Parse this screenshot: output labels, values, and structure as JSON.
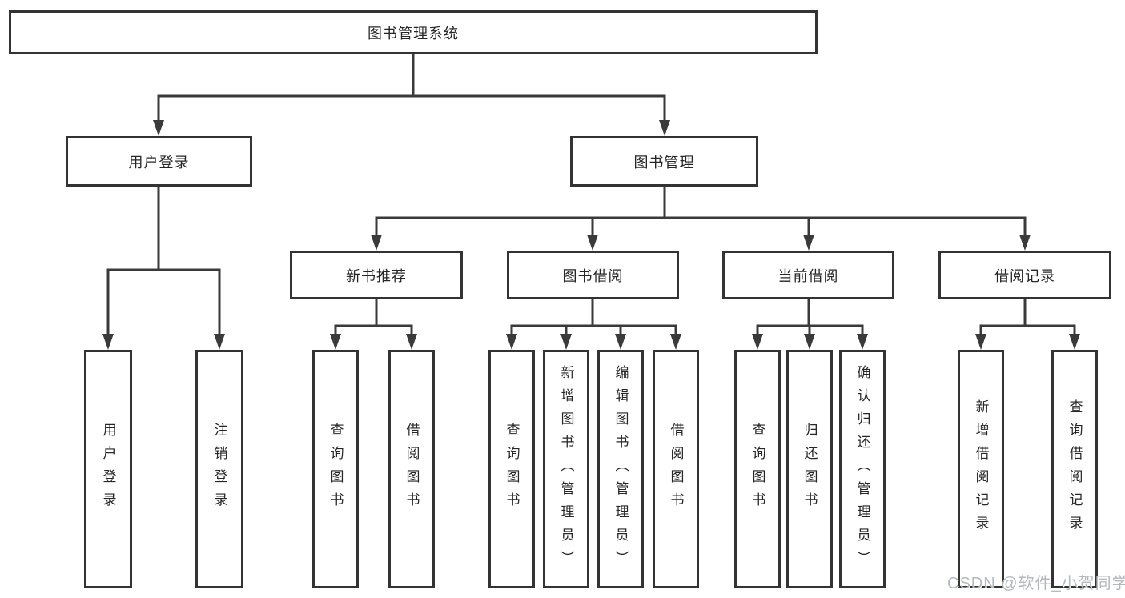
{
  "diagram": {
    "root": "图书管理系统",
    "branches": {
      "user_login": "用户登录",
      "book_mgmt": "图书管理"
    },
    "modules": {
      "new_book_rec": "新书推荐",
      "book_borrow": "图书借阅",
      "current_borrow": "当前借阅",
      "borrow_records": "借阅记录"
    },
    "leaves": {
      "user_login_leaf": "用户登录",
      "logout_leaf": "注销登录",
      "nbr_query_books": "查询图书",
      "nbr_borrow_books": "借阅图书",
      "bb_query_books": "查询图书",
      "bb_add_books": "新增图书（管理员）",
      "bb_edit_books": "编辑图书（管理员）",
      "bb_borrow_books": "借阅图书",
      "cb_query_books": "查询图书",
      "cb_return_books": "归还图书",
      "cb_confirm_return": "确认归还（管理员）",
      "br_add_record": "新增借阅记录",
      "br_query_record": "查询借阅记录"
    }
  },
  "watermark": "CSDN @软件_小贺同学",
  "colors": {
    "line": "#3a3a3a",
    "box_border": "#333333",
    "text": "#262626",
    "watermark": "#b4b8bf",
    "background": "#ffffff"
  }
}
